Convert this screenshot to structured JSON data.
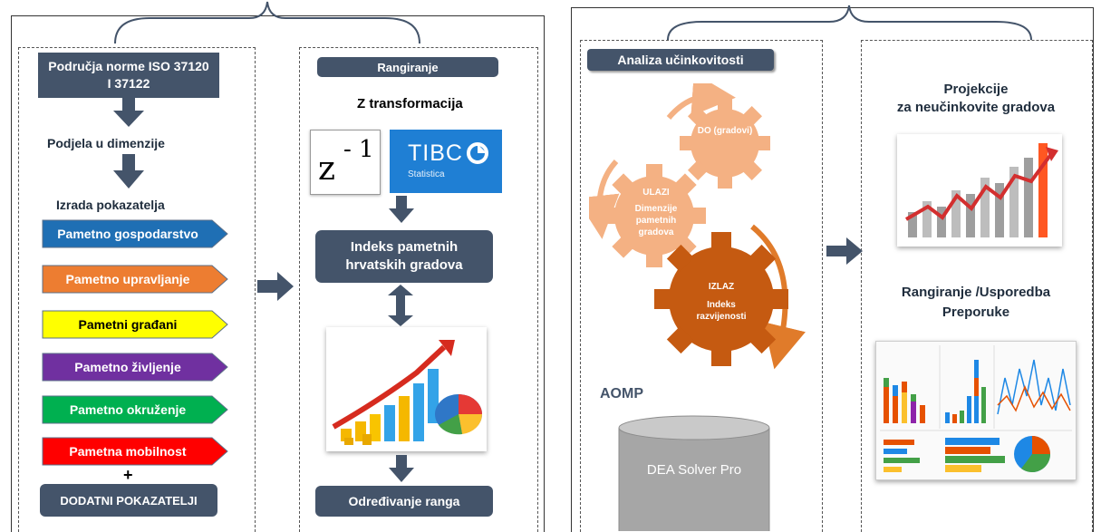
{
  "left": {
    "iso_box": "Područja norme ISO 37120 I 37122",
    "podjela": "Podjela u dimenzije",
    "izrada": "Izrada pokazatelja",
    "dimensions": [
      {
        "label": "Pametno gospodarstvo",
        "color": "#1f6fb4",
        "text_color": "#ffffff"
      },
      {
        "label": "Pametno upravljanje",
        "color": "#ed7d31",
        "text_color": "#ffffff"
      },
      {
        "label": "Pametni građani",
        "color": "#ffff00",
        "text_color": "#000000"
      },
      {
        "label": "Pametno življenje",
        "color": "#7030a0",
        "text_color": "#ffffff"
      },
      {
        "label": "Pametno okruženje",
        "color": "#00b050",
        "text_color": "#ffffff"
      },
      {
        "label": "Pametna mobilnost",
        "color": "#ff0000",
        "text_color": "#ffffff"
      }
    ],
    "plus": "+",
    "dodatni": "DODATNI POKAZATELJI",
    "rangiranje": "Rangiranje",
    "z_transform": "Z transformacija",
    "z_symbol": "z",
    "z_exp": "- 1",
    "tibco": "TIBC",
    "statistica": "Statistica",
    "indeks": "Indeks pametnih hrvatskih gradova",
    "odredivanje": "Određivanje ranga"
  },
  "right": {
    "analiza": "Analiza učinkovitosti",
    "gear_do": "DO (gradovi)",
    "gear_ulazi": "ULAZI",
    "gear_ulazi_sub": "Dimenzije pametnih gradova",
    "gear_izlaz": "IZLAZ",
    "gear_izlaz_sub": "Indeks razvijenosti",
    "aomp": "AOMP",
    "dea": "DEA Solver Pro",
    "projekcije_1": "Projekcije",
    "projekcije_2": "za neučinkovite gradova",
    "rang_1": "Rangiranje /Usporedba",
    "rang_2": "Preporuke"
  },
  "colors": {
    "nav": "#44546a",
    "gear": "#f4b183",
    "gear_dark": "#c55a11",
    "arrow": "#44546a"
  }
}
